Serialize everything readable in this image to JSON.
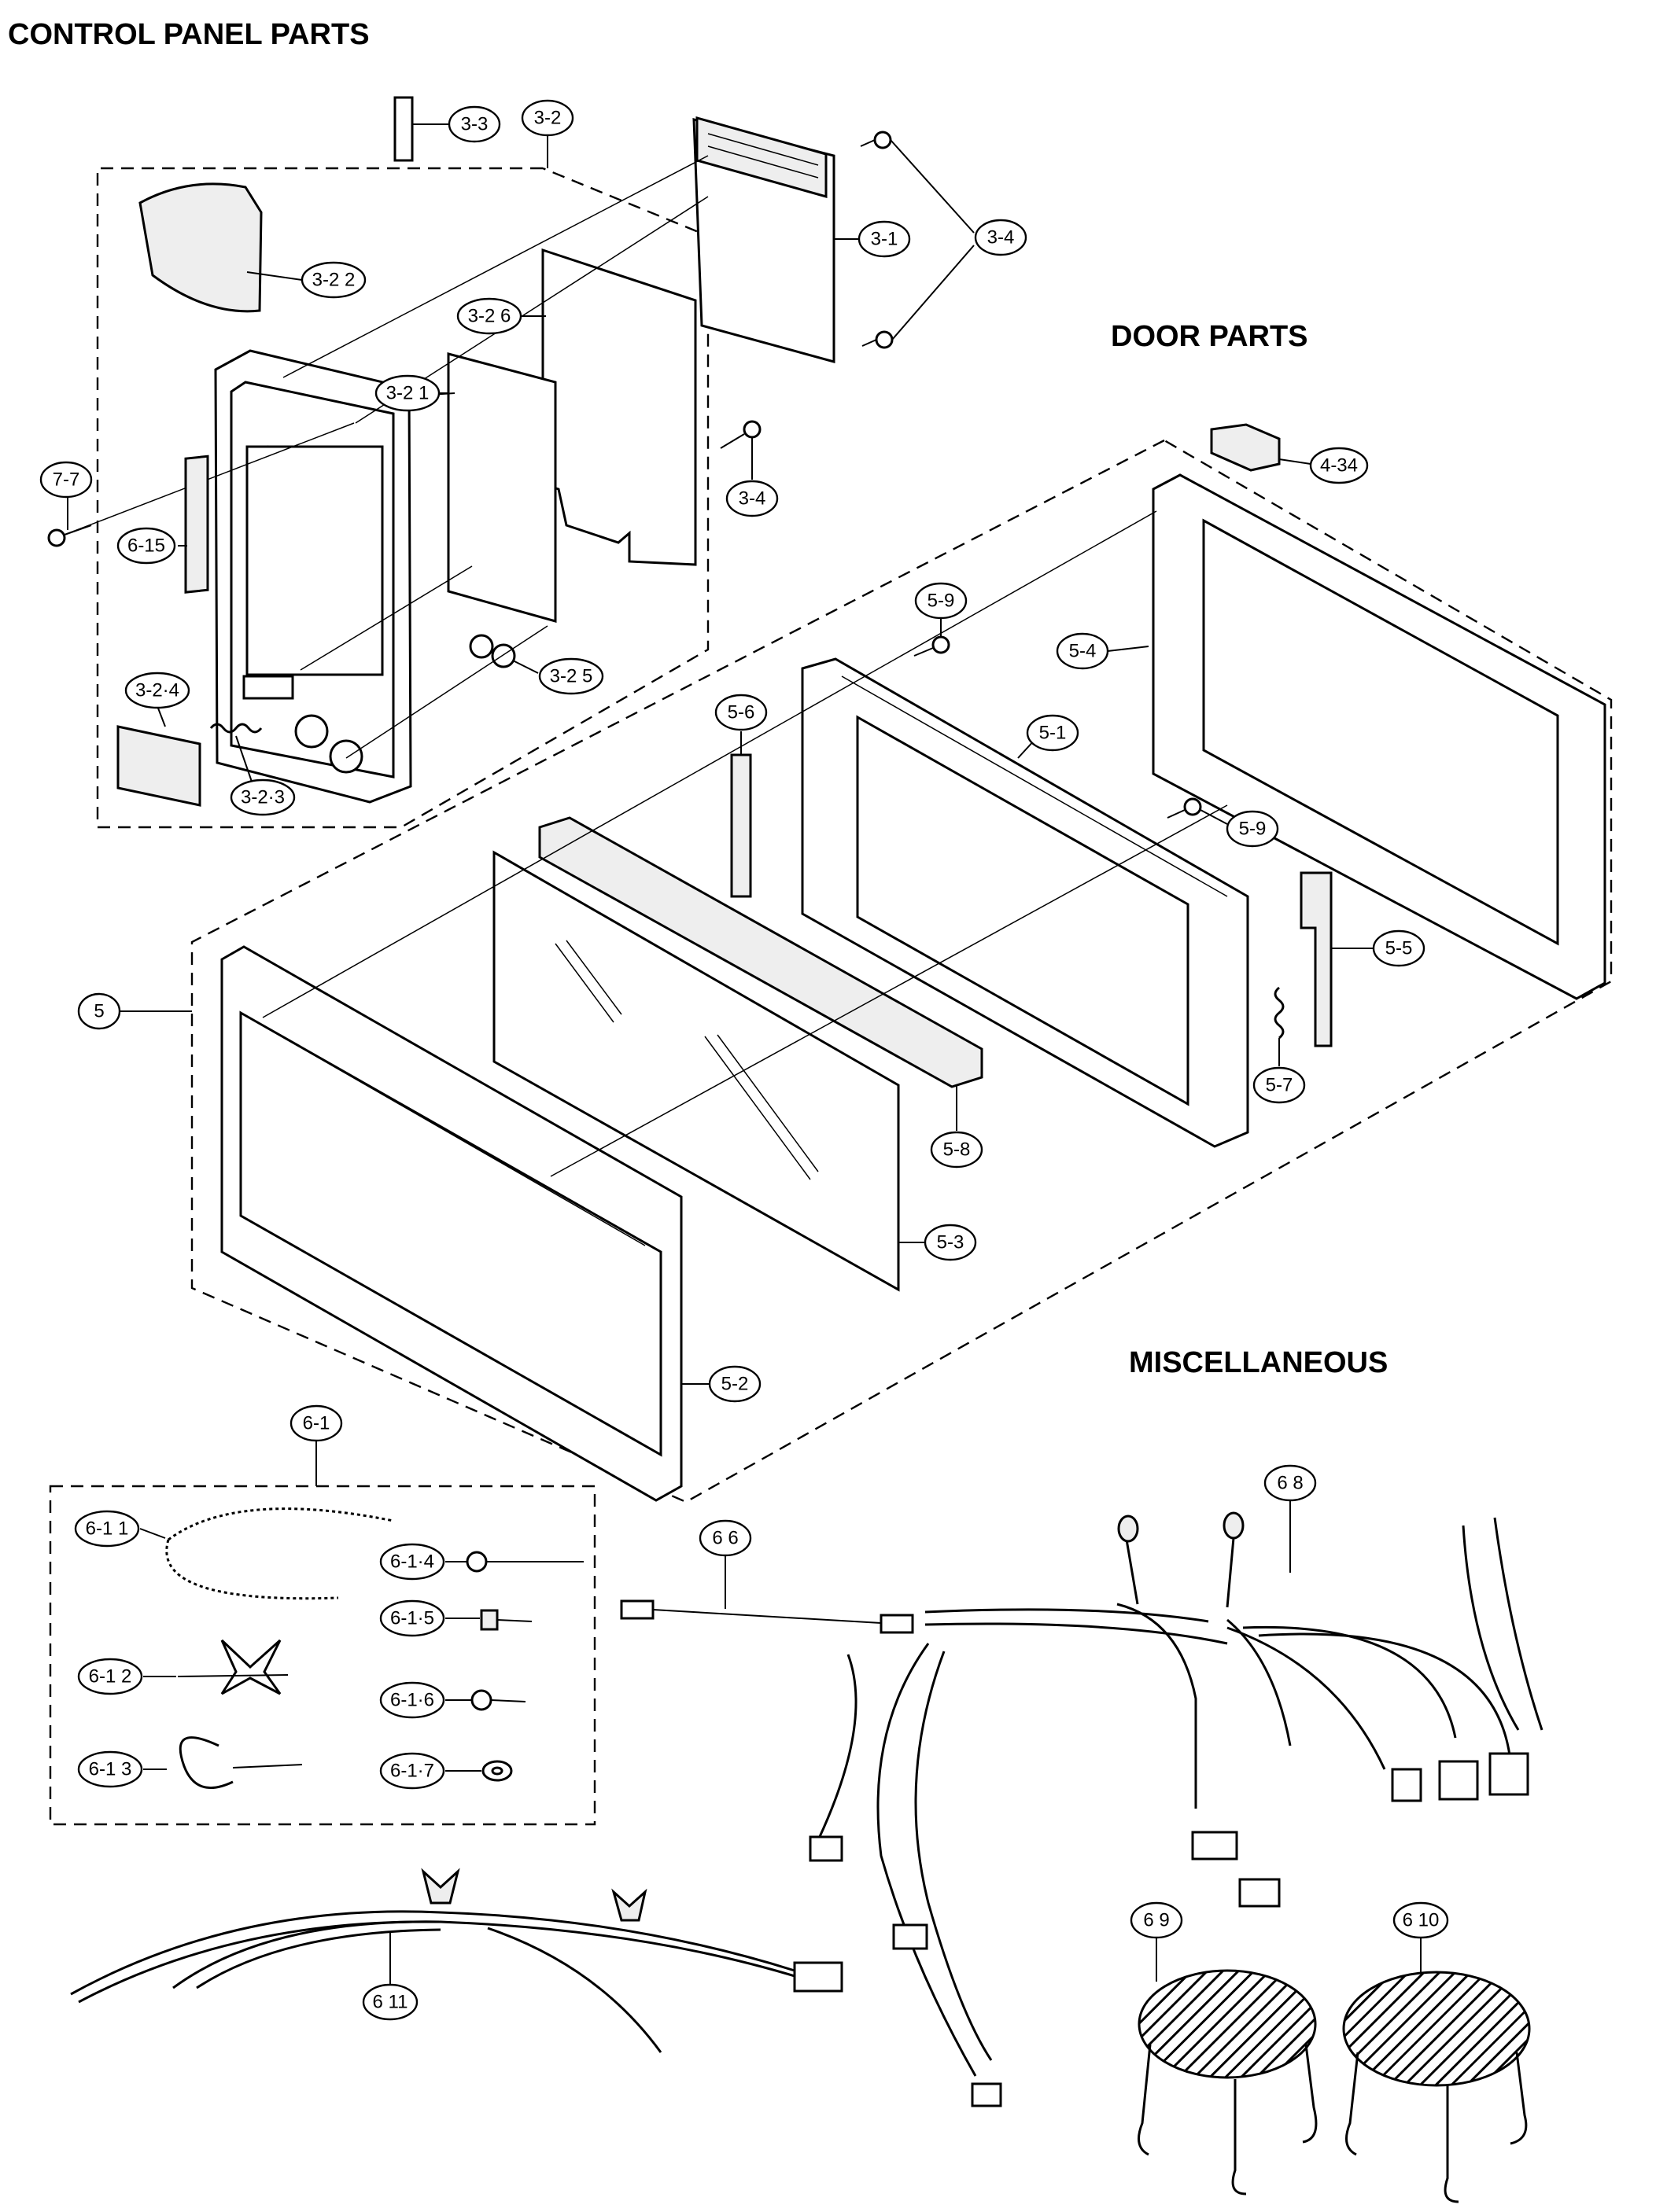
{
  "sections": {
    "control_panel": "CONTROL PANEL PARTS",
    "door": "DOOR PARTS",
    "misc": "MISCELLANEOUS"
  },
  "callouts": {
    "c3_3": "3-3",
    "c3_2": "3-2",
    "c3_2_2": "3-2 2",
    "c3_2_6": "3-2 6",
    "c3_2_1": "3-2 1",
    "c3_1": "3-1",
    "c3_4a": "3-4",
    "c3_4b": "3-4",
    "c7_7": "7-7",
    "c6_15": "6-15",
    "c3_2_4": "3-2·4",
    "c3_2_3": "3-2·3",
    "c3_2_5": "3-2 5",
    "c4_34": "4-34",
    "c5_9a": "5-9",
    "c5_4": "5-4",
    "c5_6": "5-6",
    "c5_1": "5-1",
    "c5_9b": "5-9",
    "c5": "5",
    "c5_5": "5-5",
    "c5_7": "5-7",
    "c5_8": "5-8",
    "c5_3": "5-3",
    "c5_2": "5-2",
    "c6_1": "6-1",
    "c6_1_1": "6-1 1",
    "c6_1_2": "6-1 2",
    "c6_1_3": "6-1 3",
    "c6_1_4": "6-1·4",
    "c6_1_5": "6-1·5",
    "c6_1_6": "6-1·6",
    "c6_1_7": "6-1·7",
    "c6_6": "6 6",
    "c6_8": "6 8",
    "c6_9": "6 9",
    "c6_10": "6 10",
    "c6_11": "6 11"
  },
  "colors": {
    "ink": "#000000",
    "paper": "#ffffff"
  }
}
